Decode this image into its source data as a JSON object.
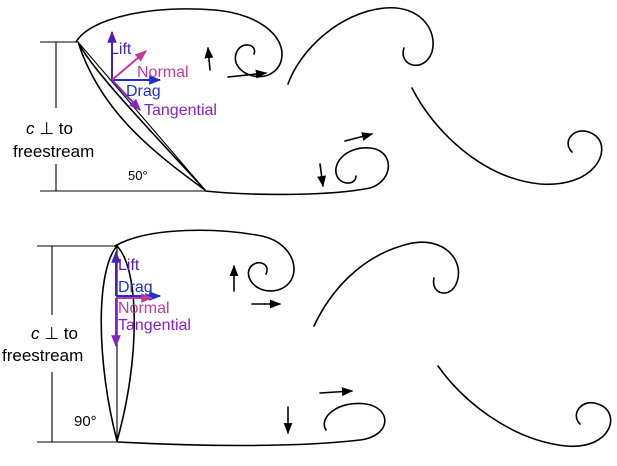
{
  "colors": {
    "lift": "#4b1fb4",
    "drag": "#1f2fd0",
    "normal": "#c03a9a",
    "tangential": "#8a1fc4",
    "ink": "#000000"
  },
  "top_panel": {
    "chord_label": {
      "line1_var": "c",
      "line1_rest": " ⊥ to",
      "line2": "freestream"
    },
    "angle_label": "50°",
    "vectors": {
      "lift": "Lift",
      "drag": "Drag",
      "normal": "Normal",
      "tangential": "Tangential"
    }
  },
  "bottom_panel": {
    "chord_label": {
      "line1_var": "c",
      "line1_rest": " ⊥ to",
      "line2": "freestream"
    },
    "angle_label": "90°",
    "vectors": {
      "lift": "Lift",
      "drag": "Drag",
      "normal": "Normal",
      "tangential": "Tangential"
    }
  }
}
